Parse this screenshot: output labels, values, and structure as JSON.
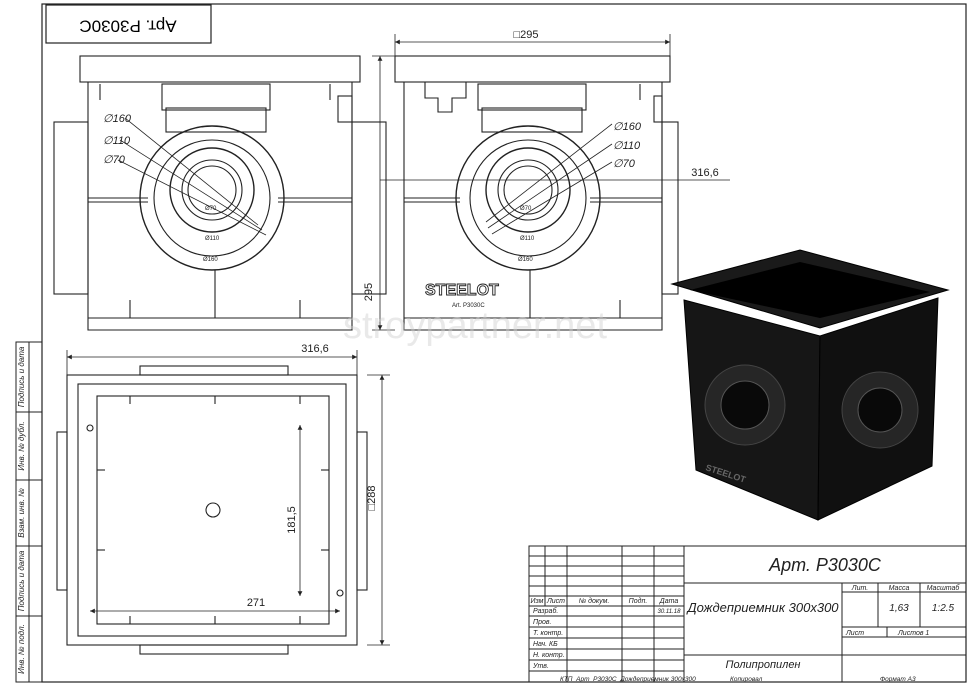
{
  "header_art": "Арт. Р3030С",
  "dims": {
    "top_width": "□295",
    "right_width": "316,6",
    "height": "295",
    "plan_width": "316,6",
    "plan_height": "□288",
    "inner_height": "181,5",
    "inner_width": "271"
  },
  "rings_left": {
    "d160": "∅160",
    "d110": "∅110",
    "d70": "∅70"
  },
  "rings_right": {
    "d160": "∅160",
    "d110": "∅110",
    "d70": "∅70"
  },
  "ring_inner_labels": {
    "o70": "Ø70",
    "o110": "Ø110",
    "o160": "Ø160"
  },
  "brand": {
    "name": "STEELOT",
    "art": "Art. P3030C"
  },
  "watermark": "stroypartner.net",
  "side_stamp": [
    "Подпись и дата",
    "Инв. № дубл.",
    "Взам. инв. №",
    "Подпись и дата",
    "Инв. № подл."
  ],
  "title_block": {
    "art": "Арт. Р3030С",
    "name": "Дождеприемник 300х300",
    "material": "Полипропилен",
    "col_headers": [
      "Изм",
      "Лист",
      "№ докум.",
      "Подп.",
      "Дата"
    ],
    "rows": [
      "Разраб.",
      "Пров.",
      "Т. контр.",
      "Нач. КБ",
      "Н. контр.",
      "Утв."
    ],
    "date": "30.11.18",
    "lit_label": "Лит.",
    "mass_label": "Масса",
    "scale_label": "Масштаб",
    "mass": "1,63",
    "scale": "1:2.5",
    "sheet_label": "Лист",
    "sheets_label": "Листов 1",
    "footer_file": "КТП_Арт_Р3030С_Дождеприемник 300х300",
    "footer_copied": "Копировал",
    "footer_format": "Формат А3"
  }
}
